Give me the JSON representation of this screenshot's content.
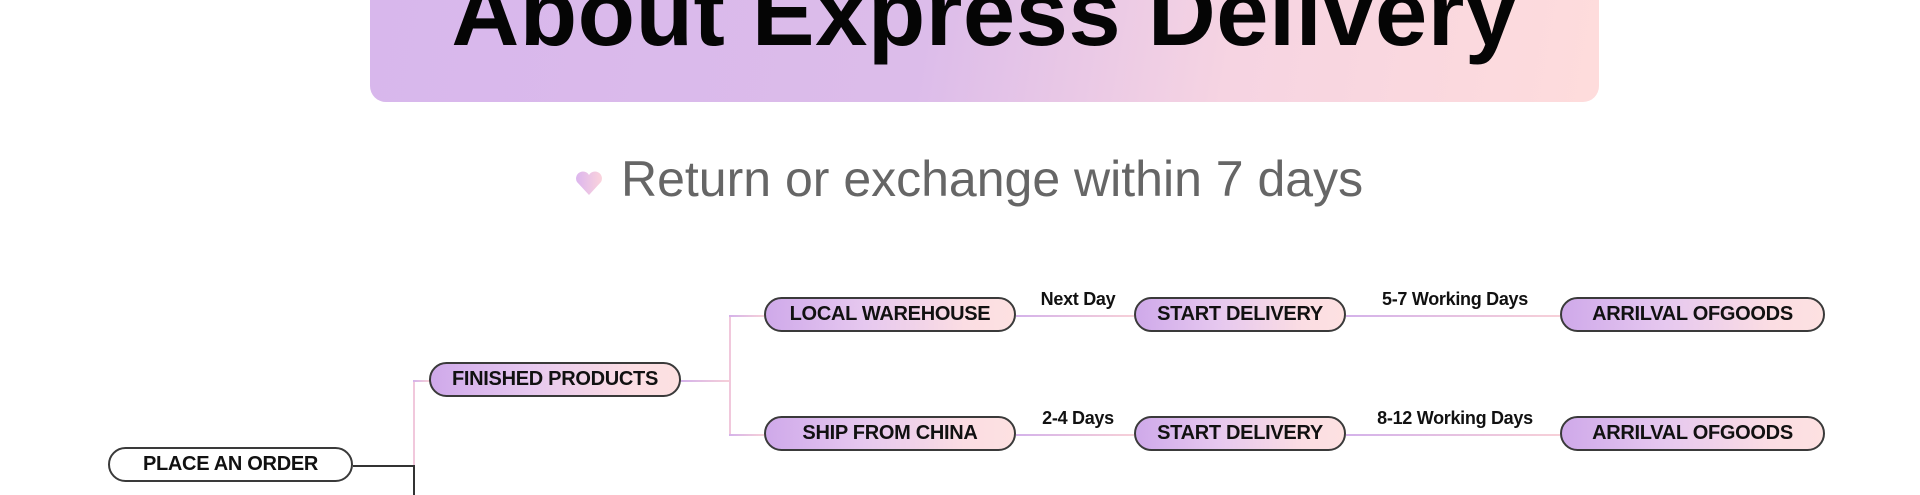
{
  "header": {
    "title": "About Express Delivery"
  },
  "subtitle": {
    "icon": "heart-icon",
    "text": "Return or exchange within 7 days"
  },
  "flow": {
    "root": "PLACE AN ORDER",
    "branch": "FINISHED PRODUCTS",
    "routes": [
      {
        "source": "LOCAL WAREHOUSE",
        "lead_time": "Next Day",
        "step": "START DELIVERY",
        "transit": "5-7 Working Days",
        "end": "ARRILVAL OFGOODS"
      },
      {
        "source": "SHIP FROM CHINA",
        "lead_time": "2-4 Days",
        "step": "START DELIVERY",
        "transit": "8-12 Working Days",
        "end": "ARRILVAL OFGOODS"
      }
    ]
  },
  "colors": {
    "purple": "#d8b7ec",
    "pink": "#fedcdc",
    "text": "#050505",
    "subtitle": "#666666"
  }
}
